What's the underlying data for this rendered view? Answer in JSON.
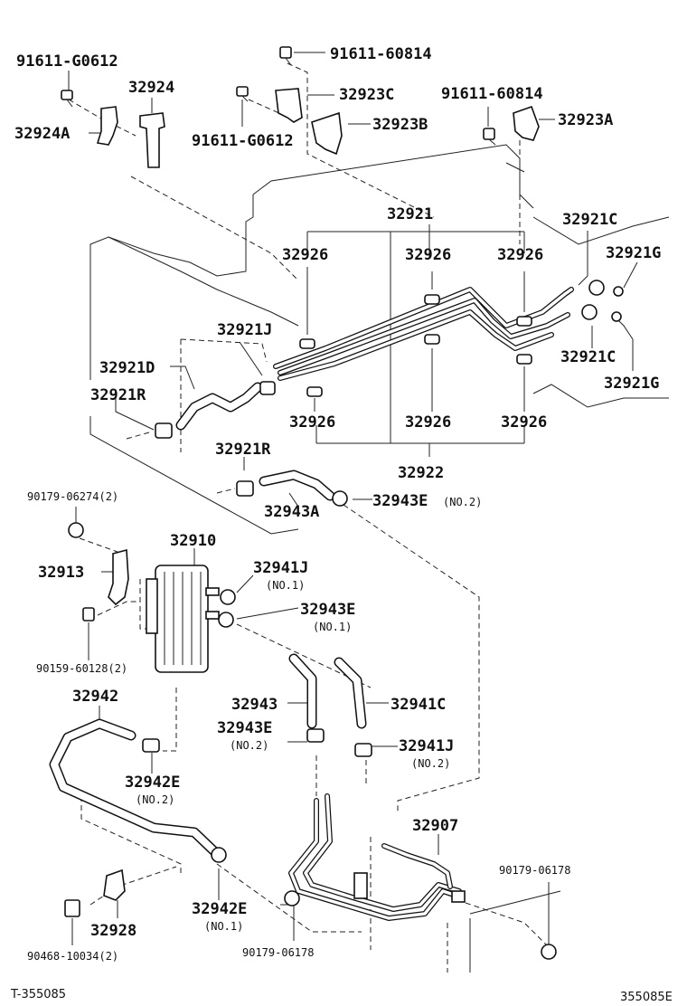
{
  "labels": {
    "p91611_g0612_a": "91611-G0612",
    "p32924": "32924",
    "p32924A": "32924A",
    "p91611_60814_a": "91611-60814",
    "p32923C": "32923C",
    "p32923B": "32923B",
    "p91611_g0612_b": "91611-G0612",
    "p91611_60814_b": "91611-60814",
    "p32923A": "32923A",
    "p32921": "32921",
    "p32921C_a": "32921C",
    "p32921G_a": "32921G",
    "p32926_a": "32926",
    "p32926_b": "32926",
    "p32926_c": "32926",
    "p32921J": "32921J",
    "p32921C_b": "32921C",
    "p32921D": "32921D",
    "p32921G_b": "32921G",
    "p32921R_a": "32921R",
    "p32926_d": "32926",
    "p32926_e": "32926",
    "p32926_f": "32926",
    "p32922": "32922",
    "p32921R_b": "32921R",
    "p90179_06274": "90179-06274(2)",
    "p32943E_a": "32943E",
    "p32943E_a_note": "(NO.2)",
    "p32943A": "32943A",
    "p32910": "32910",
    "p32913": "32913",
    "p32941J_a": "32941J",
    "p32941J_a_note": "(NO.1)",
    "p32943E_b": "32943E",
    "p32943E_b_note": "(NO.1)",
    "p90159_60128": "90159-60128(2)",
    "p32942": "32942",
    "p32943": "32943",
    "p32941C": "32941C",
    "p32943E_c": "32943E",
    "p32943E_c_note": "(NO.2)",
    "p32941J_b": "32941J",
    "p32941J_b_note": "(NO.2)",
    "p32942E_a": "32942E",
    "p32942E_a_note": "(NO.2)",
    "p32907": "32907",
    "p90179_06178_a": "90179-06178",
    "p32928": "32928",
    "p32942E_b": "32942E",
    "p32942E_b_note": "(NO.1)",
    "p90468_10034": "90468-10034(2)",
    "p90179_06178_b": "90179-06178"
  },
  "footer": {
    "left_code": "T-355085",
    "right_code": "355085E"
  }
}
